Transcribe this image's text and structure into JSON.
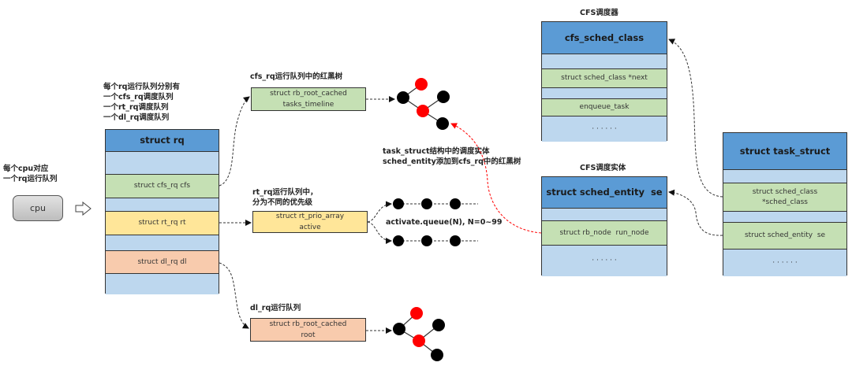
{
  "notes": {
    "cpu_note": "每个cpu对应\n一个rq运行队列",
    "rq_note": "每个rq运行队列分别有\n一个cfs_rq调度队列\n一个rt_rq调度队列\n一个dl_rq调度队列",
    "cfs_tree_note": "cfs_rq运行队列中的红黑树",
    "rt_note": "rt_rq运行队列中，\n分为不同的优先级",
    "queue_note": "activate.queue(N), N=0~99",
    "se_note": "task_struct结构中的调度实体\nsched_entity添加到cfs_rq中的红黑树",
    "dl_note": "dl_rq运行队列",
    "cfs_class_title": "CFS调度器",
    "cfs_entity_title": "CFS调度实体"
  },
  "cpu": {
    "label": "cpu"
  },
  "rq": {
    "header": "struct rq",
    "cfs": "struct cfs_rq cfs",
    "rt": "struct rt_rq rt",
    "dl": "struct dl_rq dl"
  },
  "tasks_timeline": "struct rb_root_cached\ntasks_timeline",
  "rt_active": "struct rt_prio_array\nactive",
  "dl_root": "struct rb_root_cached\nroot",
  "cfs_sched_class": {
    "header": "cfs_sched_class",
    "next": "struct sched_class *next",
    "enqueue": "enqueue_task",
    "more": "· · · · · ·"
  },
  "sched_entity": {
    "header": "struct sched_entity  se",
    "run_node": "struct rb_node  run_node",
    "more": "· · · · · ·"
  },
  "task_struct": {
    "header": "struct task_struct",
    "sched_class": "struct sched_class\n*sched_class",
    "se": "struct sched_entity  se",
    "more": "· · · · · ·"
  },
  "colors": {
    "header_blue": "#5b9bd5",
    "light_blue": "#bdd7ee",
    "green": "#c5e0b4",
    "yellow": "#ffe699",
    "orange": "#f8cbad",
    "rb_red": "#ff0000",
    "rb_black": "#000000"
  }
}
